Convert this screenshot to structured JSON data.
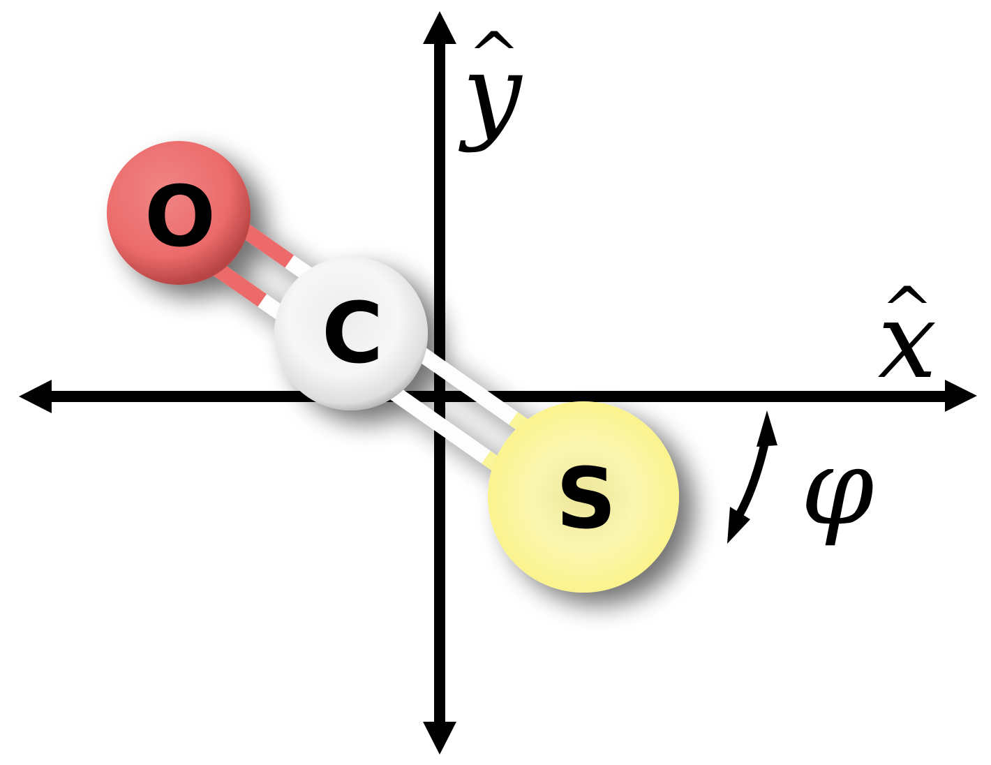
{
  "diagram": {
    "title": "OCS molecule in x-y plane with rotation angle phi",
    "axes": {
      "x_label": "x",
      "x_hat": "^",
      "y_label": "y",
      "y_hat": "^",
      "color": "#000000"
    },
    "atoms": [
      {
        "id": "O",
        "label": "O",
        "color": "#ec6b6b",
        "highlight": "#f28a88",
        "shade": "#c94a4a"
      },
      {
        "id": "C",
        "label": "C",
        "color": "#f2f2f2",
        "highlight": "#ffffff",
        "shade": "#a9a9a9"
      },
      {
        "id": "S",
        "label": "S",
        "color": "#fbf59a",
        "highlight": "#fdf9c4",
        "shade": "#d8d27a"
      }
    ],
    "bonds": [
      {
        "from": "O",
        "to": "C",
        "order": 2
      },
      {
        "from": "C",
        "to": "S",
        "order": 2
      }
    ],
    "rotation": {
      "symbol": "φ",
      "indicator": "double-headed-curved-arrow"
    }
  }
}
